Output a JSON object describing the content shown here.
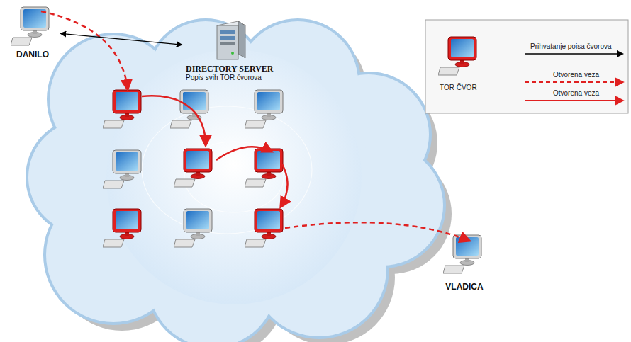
{
  "diagram": {
    "nodes": [
      {
        "text": [
          "DANILO"
        ]
      },
      {
        "text": [
          "DIRECTORY SERVER",
          "Popis svih TOR čvorova"
        ]
      },
      {
        "text": [
          "VLADICA"
        ]
      }
    ],
    "edges": [
      {
        "from": 0,
        "to": 1,
        "arrow": "both"
      }
    ],
    "legend": [
      {
        "text": "TOR ČVOR"
      },
      {
        "text": "Prihvatanje poisa čvorova"
      },
      {
        "text": "Otvorena veza"
      },
      {
        "text": "Otvorena veza"
      }
    ]
  }
}
